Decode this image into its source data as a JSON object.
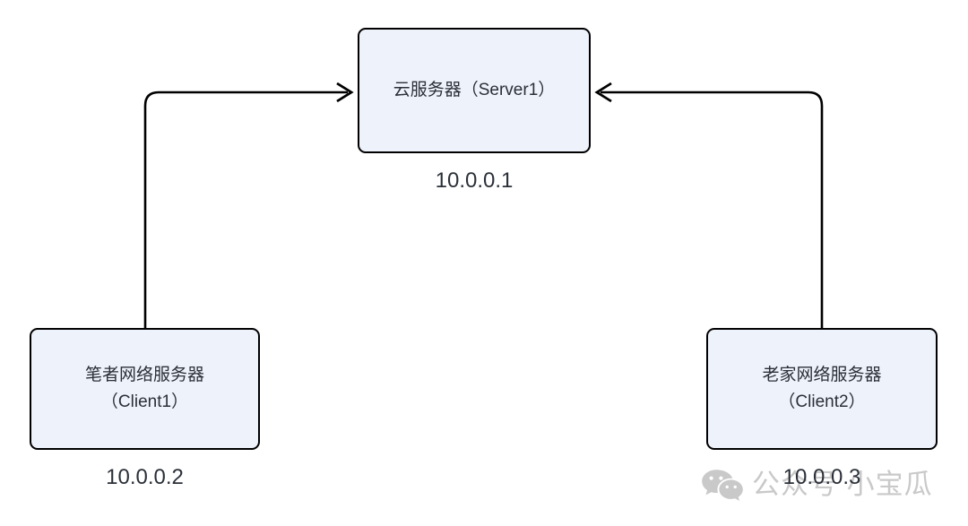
{
  "diagram": {
    "type": "network-topology",
    "background_color": "#ffffff",
    "node_fill_color": "#eef2fb",
    "node_border_color": "#000000",
    "text_color": "#2b3038",
    "nodes": [
      {
        "id": "server",
        "label": "云服务器（Server1）",
        "ip": "10.0.0.1",
        "role": "cloud-server"
      },
      {
        "id": "client1",
        "label": "笔者网络服务器\n（Client1）",
        "ip": "10.0.0.2",
        "role": "client"
      },
      {
        "id": "client2",
        "label": "老家网络服务器\n（Client2）",
        "ip": "10.0.0.3",
        "role": "client"
      }
    ],
    "edges": [
      {
        "id": "client1-to-server",
        "from": "client1",
        "to": "server",
        "arrow": "to-server",
        "style": "orthogonal-rounded"
      },
      {
        "id": "client2-to-server",
        "from": "client2",
        "to": "server",
        "arrow": "to-server",
        "style": "orthogonal-rounded"
      }
    ]
  },
  "watermark": {
    "icon": "wechat-logo-icon",
    "text": "公众号 小宝瓜",
    "color": "#c9c9c9"
  }
}
